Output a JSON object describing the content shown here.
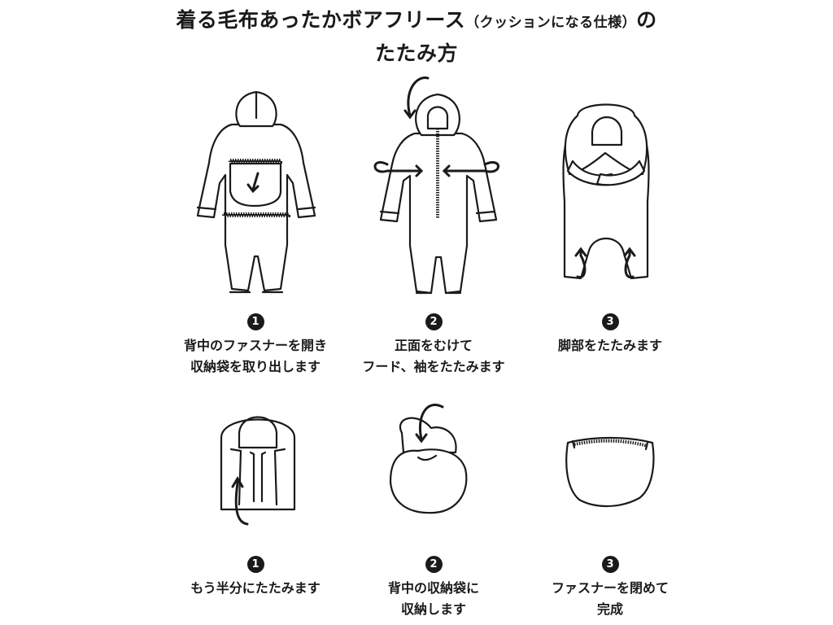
{
  "title": {
    "line1_main": "着る毛布あったかボアフリース",
    "line1_note": "（クッションになる仕様）",
    "line1_tail": "の",
    "line2": "たたみ方"
  },
  "steps": [
    {
      "num": "1",
      "line1": "背中のファスナーを開き",
      "line2": "収納袋を取り出します"
    },
    {
      "num": "2",
      "line1": "正面をむけて",
      "line2": "フード、袖をたたみます"
    },
    {
      "num": "3",
      "line1": "脚部をたたみます",
      "line2": ""
    },
    {
      "num": "1",
      "line1": "もう半分にたたみます",
      "line2": ""
    },
    {
      "num": "2",
      "line1": "背中の収納袋に",
      "line2": "収納します"
    },
    {
      "num": "3",
      "line1": "ファスナーを閉めて",
      "line2": "完成"
    }
  ]
}
